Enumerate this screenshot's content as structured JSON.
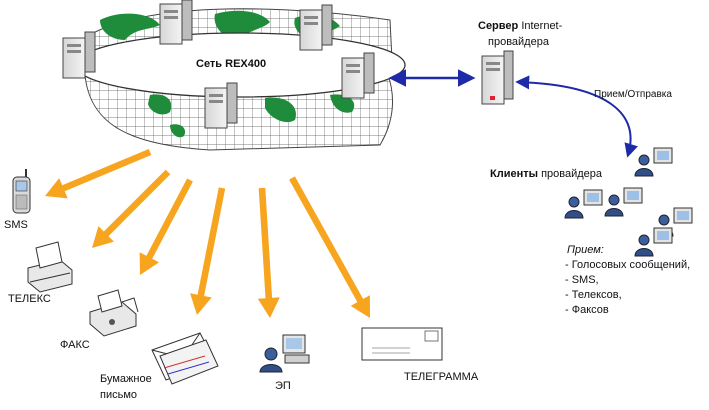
{
  "network": {
    "label": "Сеть REX400"
  },
  "server": {
    "label_bold": "Сервер",
    "label_line1": "Internet-",
    "label_line2": "провайдера"
  },
  "exchange_label": "Прием/Отправка",
  "clients": {
    "label_bold": "Клиенты",
    "label_rest": "провайдера"
  },
  "receive": {
    "title": "Прием:",
    "items": [
      "- Голосовых сообщений,",
      "- SMS,",
      "- Телексов,",
      "- Факсов"
    ]
  },
  "outputs": {
    "sms": "SMS",
    "telex": "ТЕЛЕКС",
    "fax": "ФАКС",
    "letter_line1": "Бумажное",
    "letter_line2": "письмо",
    "ep": "ЭП",
    "telegram": "ТЕЛЕГРАММА"
  },
  "colors": {
    "arrow_orange": "#F7A51E",
    "arrow_blue": "#1F2AA8",
    "land_green": "#1E8C3A",
    "grid": "#555555"
  }
}
